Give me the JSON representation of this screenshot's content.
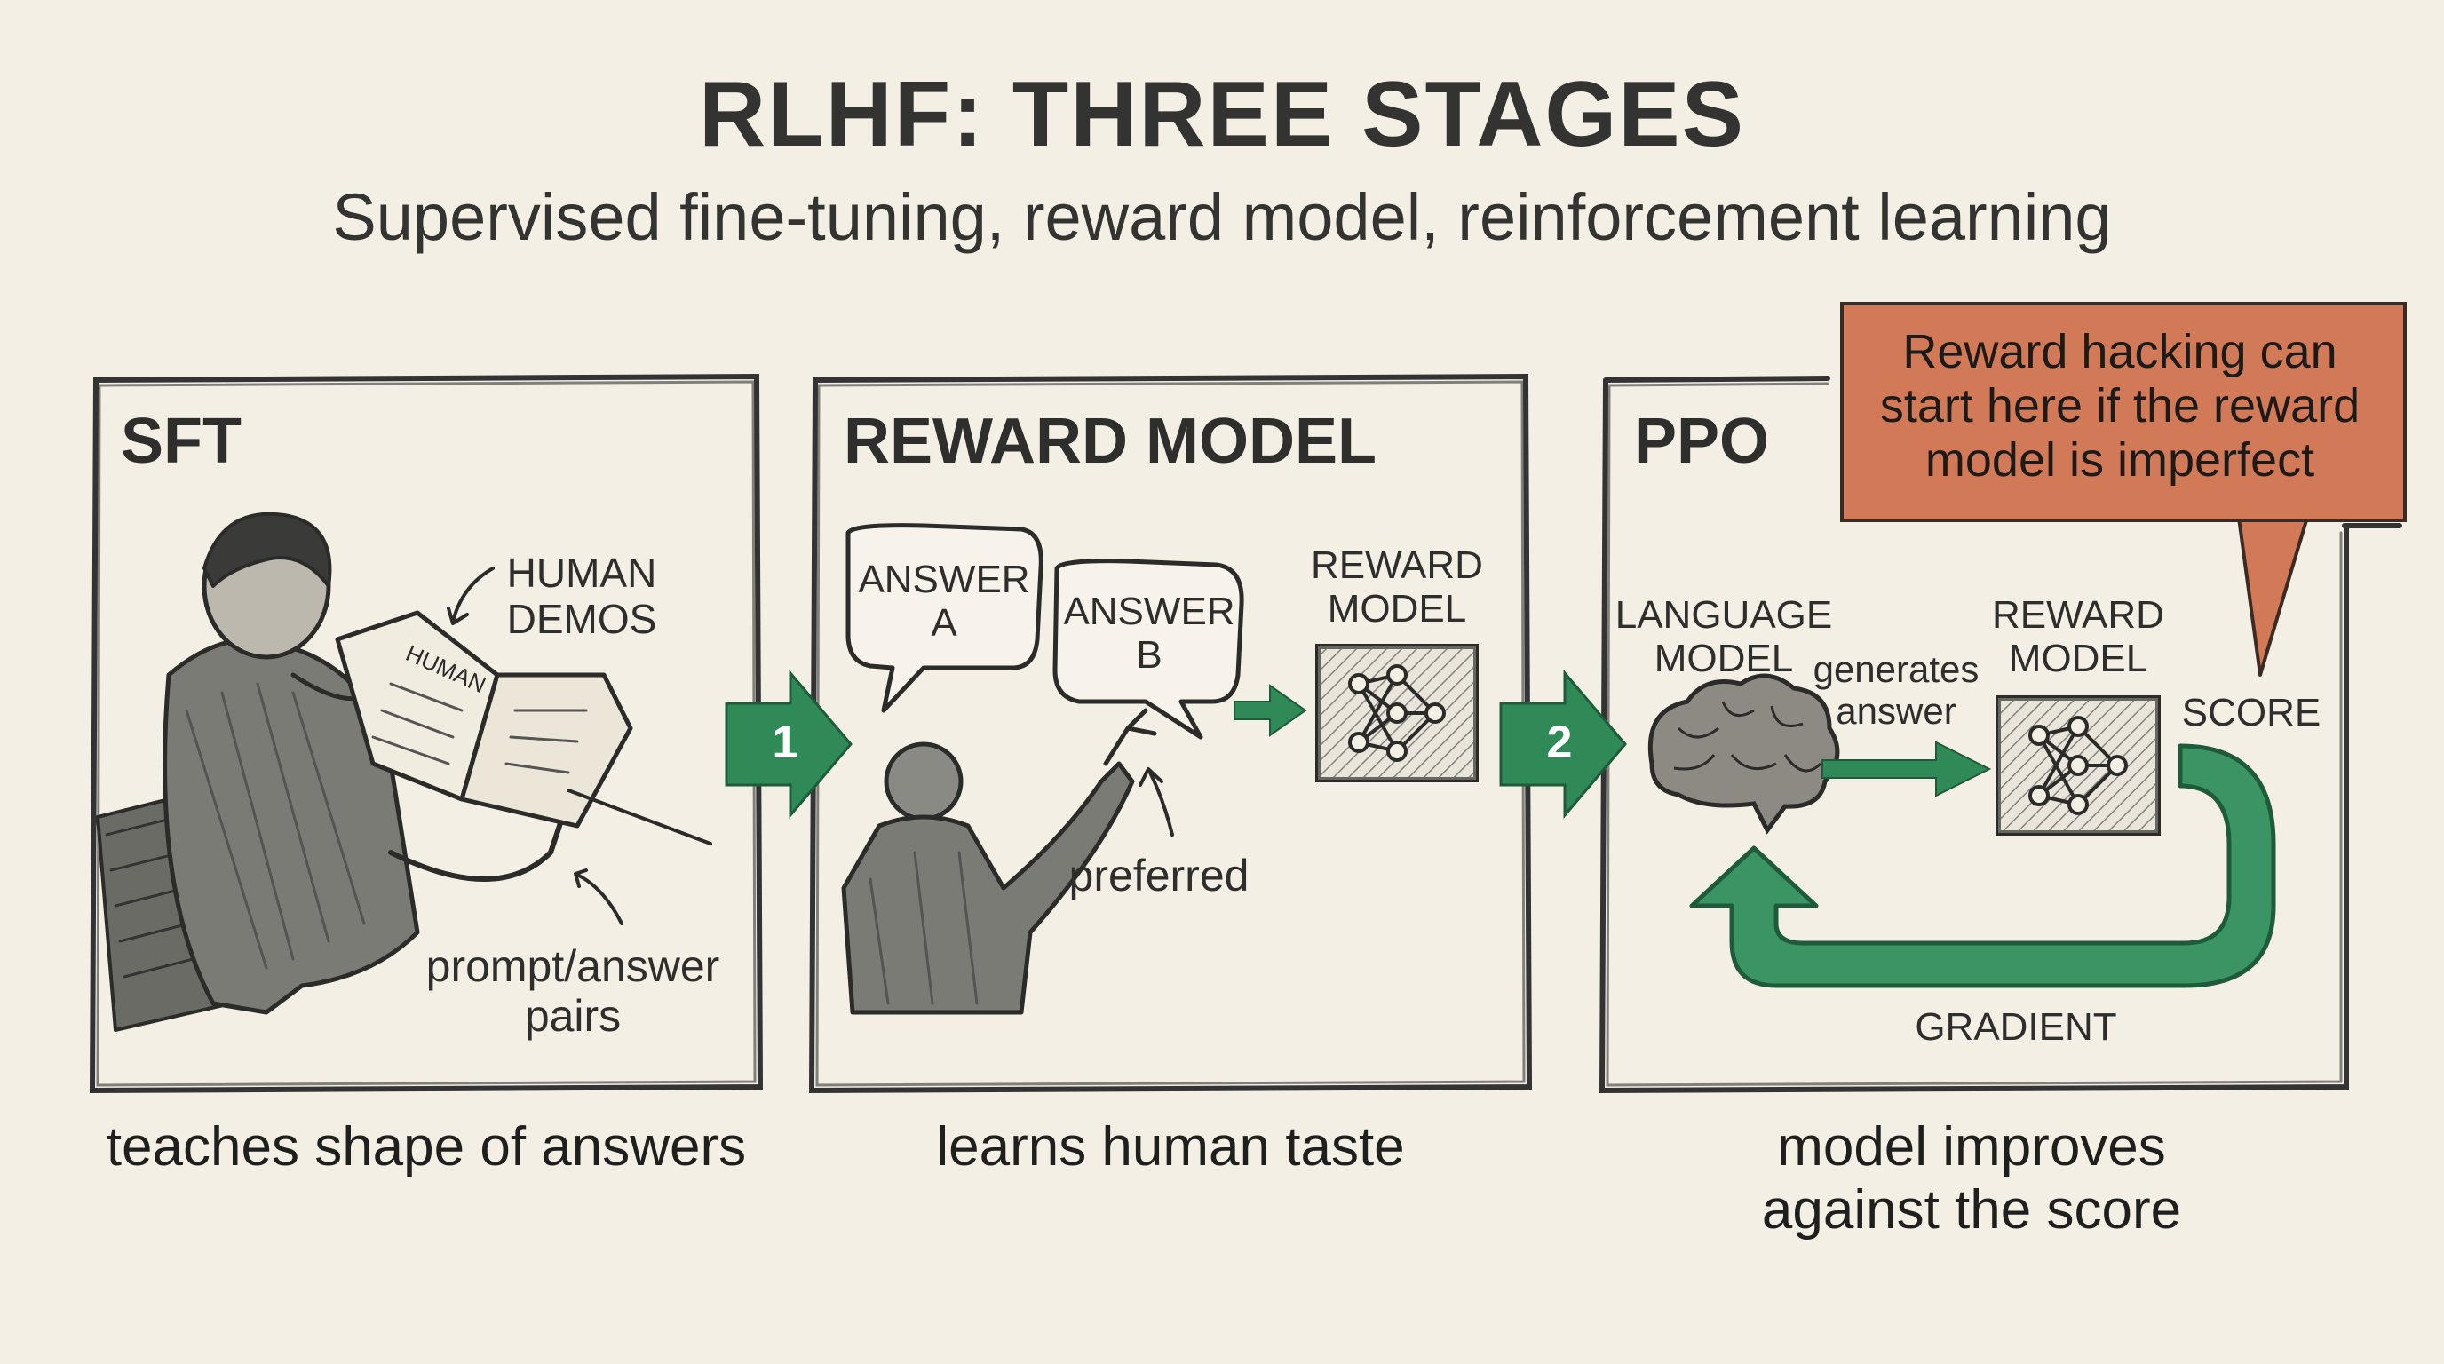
{
  "header": {
    "title": "RLHF: THREE STAGES",
    "subtitle": "Supervised fine-tuning, reward model, reinforcement learning"
  },
  "panels": {
    "sft": {
      "title": "SFT",
      "book_word": "HUMAN",
      "label_demos": "HUMAN\nDEMOS",
      "label_pairs": "prompt/answer\npairs",
      "caption": "teaches shape of answers"
    },
    "reward": {
      "title": "REWARD MODEL",
      "answer_a": "ANSWER\nA",
      "answer_b": "ANSWER\nB",
      "rm_label": "REWARD\nMODEL",
      "preferred": "preferred",
      "caption": "learns human taste"
    },
    "ppo": {
      "title": "PPO",
      "lm_label": "LANGUAGE\nMODEL",
      "generates": "generates\nanswer",
      "rm_label": "REWARD\nMODEL",
      "score": "SCORE",
      "gradient": "GRADIENT",
      "caption": "model improves\nagainst the score"
    }
  },
  "steps": {
    "one": "1",
    "two": "2"
  },
  "callout": {
    "text": "Reward hacking can\nstart here if the reward\nmodel is imperfect"
  },
  "colors": {
    "background": "#f4efe4",
    "green_arrow": "#2f8a57",
    "callout": "#d27a58",
    "ink": "#2e2e2c"
  }
}
